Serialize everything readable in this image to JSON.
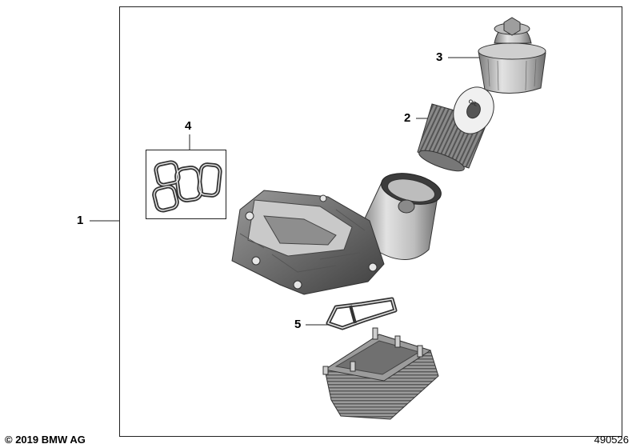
{
  "callouts": [
    {
      "id": "1",
      "label": "1"
    },
    {
      "id": "2",
      "label": "2"
    },
    {
      "id": "3",
      "label": "3"
    },
    {
      "id": "4",
      "label": "4"
    },
    {
      "id": "5",
      "label": "5"
    }
  ],
  "footer": {
    "copyright": "© 2019 BMW AG",
    "diagram_number": "490526"
  },
  "filter_text": "OIL",
  "colors": {
    "line": "#222222",
    "metal_light": "#d9d9d9",
    "metal_mid": "#a6a6a6",
    "metal_dark": "#5c5c5c"
  }
}
